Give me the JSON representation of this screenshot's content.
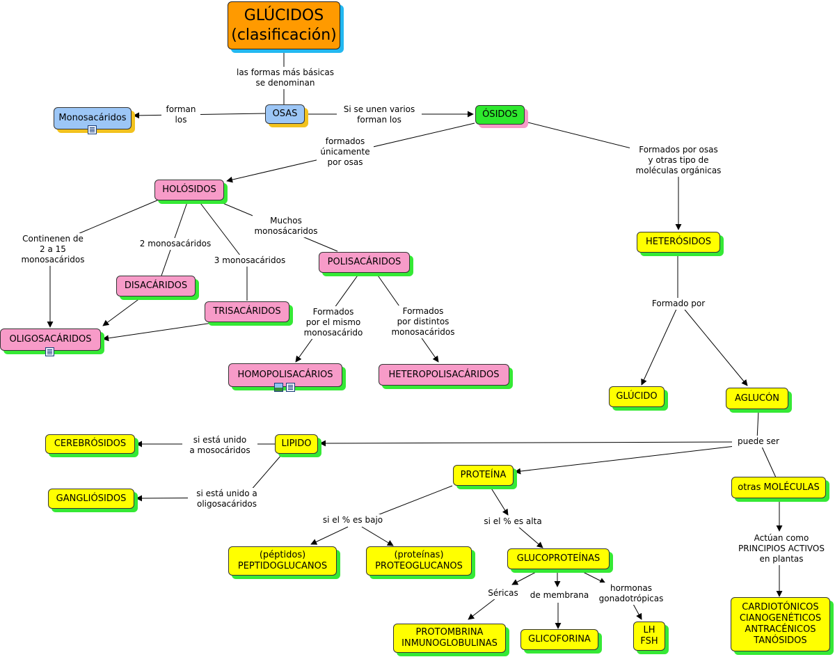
{
  "nodes": {
    "glucidos": "GLÚCIDOS\n(clasificación)",
    "osas": "OSAS",
    "monosacaridos": "Monosacáridos",
    "osidos": "ÓSIDOS",
    "holosidos": "HOLÓSIDOS",
    "heterosidos": "HETERÓSIDOS",
    "disacaridos": "DISACÁRIDOS",
    "trisacaridos": "TRISACÁRIDOS",
    "oligosacaridos": "OLIGOSACÁRIDOS",
    "polisacaridos": "POLISACÁRIDOS",
    "homopolisacarios": "HOMOPOLISACÁRIOS",
    "heteropolisacaridos": "HETEROPOLISACÁRIDOS",
    "glucido": "GLÚCIDO",
    "aglucon": "AGLUCÓN",
    "cerebrosidos": "CEREBRÓSIDOS",
    "lipido": "LIPIDO",
    "gangliosidos": "GANGLIÓSIDOS",
    "proteina": "PROTEÍNA",
    "otras_moleculas": "otras MOLÉCULAS",
    "peptidoglucanos": "(péptidos)\nPEPTIDOGLUCANOS",
    "proteoglucanos": "(proteínas)\nPROTEOGLUCANOS",
    "glucoproteinas": "GLUCOPROTEÍNAS",
    "protombrina": "PROTOMBRINA\nINMUNOGLOBULINAS",
    "glicoforina": "GLICOFORINA",
    "lh_fsh": "LH\nFSH",
    "cardiotonicos": "CARDIOTÓNICOS\nCIANOGENÉTICOS\nANTRACÉNICOS\nTANÓSIDOS"
  },
  "links": {
    "formas_basicas": "las formas más básicas\nse denominan",
    "forman_los": "forman\nlos",
    "se_unen": "Si se unen varios\nforman los",
    "unicamente": "formados\núnicamente\npor osas",
    "otras_tipo": "Formados por osas\ny otras tipo de\nmoléculas orgánicas",
    "continenen": "Continenen de\n2 a 15\nmonosacáridos",
    "dos_mono": "2 monosacáridos",
    "tres_mono": "3 monosacáridos",
    "muchos": "Muchos\nmonosácaridos",
    "mismo": "Formados\npor el mismo\nmonosacárido",
    "distintos": "Formados\npor distintos\nmonosacáridos",
    "formado_por": "Formado por",
    "puede_ser": "puede ser",
    "mosocaridos": "si está unido\na mosocáridos",
    "oligo": "si está unido a\noligosacáridos",
    "bajo": "si el % es bajo",
    "alta": "si el % es alta",
    "sericas": "Séricas",
    "membrana": "de membrana",
    "hormonas": "hormonas\ngonadotrópicas",
    "actuan": "Actúan como\nPRINCIPIOS ACTIVOS\nen plantas"
  },
  "colors": {
    "pink": "#f79bc8",
    "yellow": "#ffff00",
    "blue": "#9cc6f6",
    "green": "#2ee82e",
    "orange": "#ff9a00",
    "shadow_green": "#35e935",
    "shadow_gold": "#f2c21e",
    "shadow_cyan": "#23b8f0"
  },
  "icons": [
    "document-icon",
    "image-icon"
  ]
}
